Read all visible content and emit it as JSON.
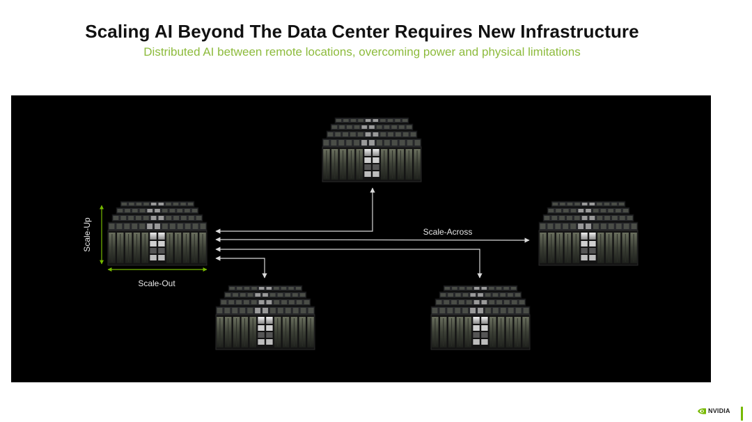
{
  "slide": {
    "title": "Scaling AI Beyond The Data Center Requires New Infrastructure",
    "subtitle": "Distributed AI between remote locations, overcoming power and physical limitations"
  },
  "diagram": {
    "labels": {
      "scale_up": "Scale-Up",
      "scale_out": "Scale-Out",
      "scale_across": "Scale-Across"
    },
    "nodes": [
      {
        "id": "local-cluster",
        "role": "origin"
      },
      {
        "id": "top-center-cluster",
        "role": "remote"
      },
      {
        "id": "right-cluster",
        "role": "remote"
      },
      {
        "id": "bottom-left-cluster",
        "role": "remote"
      },
      {
        "id": "bottom-right-cluster",
        "role": "remote"
      }
    ],
    "links": [
      {
        "from": "local-cluster",
        "to": "top-center-cluster"
      },
      {
        "from": "local-cluster",
        "to": "right-cluster"
      },
      {
        "from": "local-cluster",
        "to": "bottom-right-cluster"
      },
      {
        "from": "local-cluster",
        "to": "bottom-left-cluster"
      }
    ],
    "colors": {
      "accent": "#76b900",
      "panel": "#000000",
      "line": "#d9d9d9"
    }
  },
  "footer": {
    "logo_text": "NVIDIA",
    "logo_icon": "nvidia-eye-icon"
  }
}
